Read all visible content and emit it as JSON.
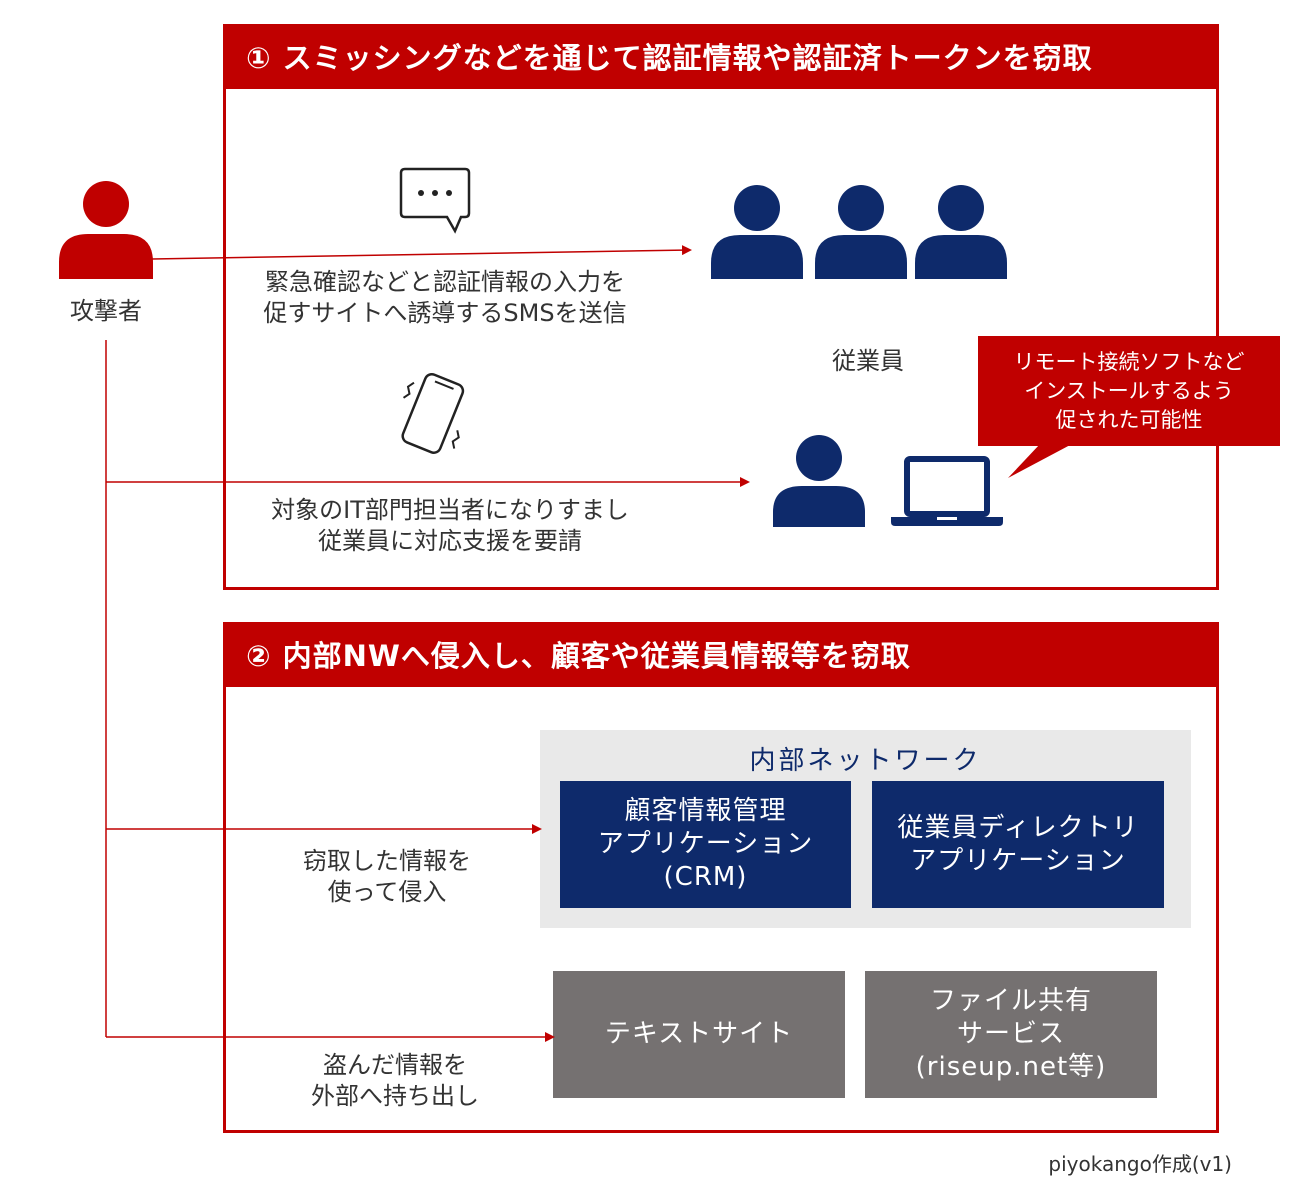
{
  "section1": {
    "title": "① スミッシングなどを通じて認証情報や認証済トークンを窃取",
    "sms_text": "緊急確認などと認証情報の入力を\n促すサイトへ誘導するSMSを送信",
    "employees_label": "従業員",
    "call_text": "対象のIT部門担当者になりすまし\n従業員に対応支援を要請",
    "callout": "リモート接続ソフトなど\nインストールするよう\n促された可能性"
  },
  "attacker": {
    "label": "攻撃者"
  },
  "section2": {
    "title": "② 内部NWへ侵入し、顧客や従業員情報等を窃取",
    "network_title": "内部ネットワーク",
    "crm_box": "顧客情報管理\nアプリケーション\n(CRM)",
    "directory_box": "従業員ディレクトリ\nアプリケーション",
    "intrude_text": "窃取した情報を\n使って侵入",
    "text_site_box": "テキストサイト",
    "file_share_box": "ファイル共有\nサービス\n(riseup.net等)",
    "exfil_text": "盗んだ情報を\n外部へ持ち出し"
  },
  "credit": "piyokango作成(v1)",
  "colors": {
    "red": "#c00000",
    "navy": "#0e2a6b",
    "gray": "#757171",
    "light_gray": "#e9e9e9"
  }
}
